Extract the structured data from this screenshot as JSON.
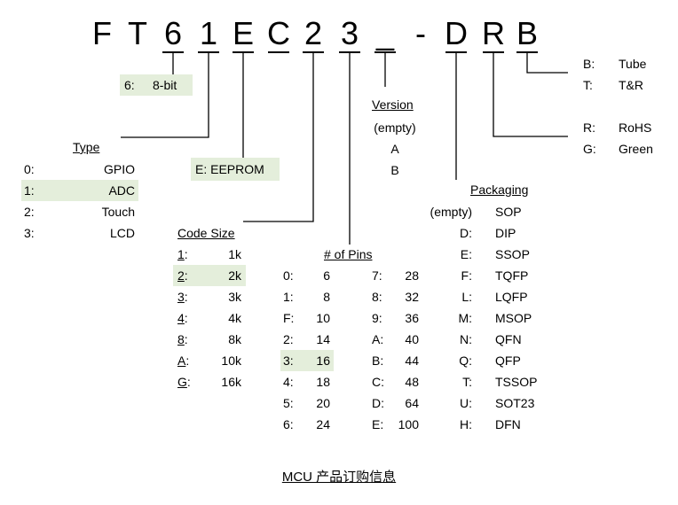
{
  "part_chars": [
    "F",
    "T",
    "6",
    "1",
    "E",
    "C",
    "2",
    "3",
    "_",
    "-",
    "D",
    "R",
    "B"
  ],
  "bits": {
    "code": "6:",
    "value": "8-bit"
  },
  "type": {
    "title": "Type",
    "items": [
      {
        "code": "0:",
        "value": "GPIO"
      },
      {
        "code": "1:",
        "value": "ADC"
      },
      {
        "code": "2:",
        "value": "Touch"
      },
      {
        "code": "3:",
        "value": "LCD"
      }
    ]
  },
  "memory": {
    "label": "E: EEPROM"
  },
  "code_size": {
    "title": "Code Size",
    "items": [
      {
        "code": "1",
        "value": "1k"
      },
      {
        "code": "2",
        "value": "2k"
      },
      {
        "code": "3",
        "value": "3k"
      },
      {
        "code": "4",
        "value": "4k"
      },
      {
        "code": "8",
        "value": "8k"
      },
      {
        "code": "A",
        "value": "10k"
      },
      {
        "code": "G",
        "value": "16k"
      }
    ]
  },
  "pins": {
    "title": "# of Pins",
    "left": [
      {
        "code": "0:",
        "value": "6"
      },
      {
        "code": "1:",
        "value": "8"
      },
      {
        "code": "F:",
        "value": "10"
      },
      {
        "code": "2:",
        "value": "14"
      },
      {
        "code": "3:",
        "value": "16"
      },
      {
        "code": "4:",
        "value": "18"
      },
      {
        "code": "5:",
        "value": "20"
      },
      {
        "code": "6:",
        "value": "24"
      }
    ],
    "right": [
      {
        "code": "7:",
        "value": "28"
      },
      {
        "code": "8:",
        "value": "32"
      },
      {
        "code": "9:",
        "value": "36"
      },
      {
        "code": "A:",
        "value": "40"
      },
      {
        "code": "B:",
        "value": "44"
      },
      {
        "code": "C:",
        "value": "48"
      },
      {
        "code": "D:",
        "value": "64"
      },
      {
        "code": "E:",
        "value": "100"
      }
    ]
  },
  "version": {
    "title": "Version",
    "items": [
      "(empty)",
      "A",
      "B"
    ]
  },
  "packaging": {
    "title": "Packaging",
    "items": [
      {
        "code": "(empty)",
        "value": "SOP"
      },
      {
        "code": "D:",
        "value": "DIP"
      },
      {
        "code": "E:",
        "value": "SSOP"
      },
      {
        "code": "F:",
        "value": "TQFP"
      },
      {
        "code": "L:",
        "value": "LQFP"
      },
      {
        "code": "M:",
        "value": "MSOP"
      },
      {
        "code": "N:",
        "value": "QFN"
      },
      {
        "code": "Q:",
        "value": "QFP"
      },
      {
        "code": "T:",
        "value": "TSSOP"
      },
      {
        "code": "U:",
        "value": "SOT23"
      },
      {
        "code": "H:",
        "value": "DFN"
      }
    ]
  },
  "shipping": {
    "items": [
      {
        "code": "B:",
        "value": "Tube"
      },
      {
        "code": "T:",
        "value": "T&R"
      }
    ]
  },
  "rohs": {
    "items": [
      {
        "code": "R:",
        "value": "RoHS"
      },
      {
        "code": "G:",
        "value": "Green"
      }
    ]
  },
  "caption": "MCU 产品订购信息",
  "colors": {
    "highlight": "#e4eedb",
    "text": "#000000"
  }
}
